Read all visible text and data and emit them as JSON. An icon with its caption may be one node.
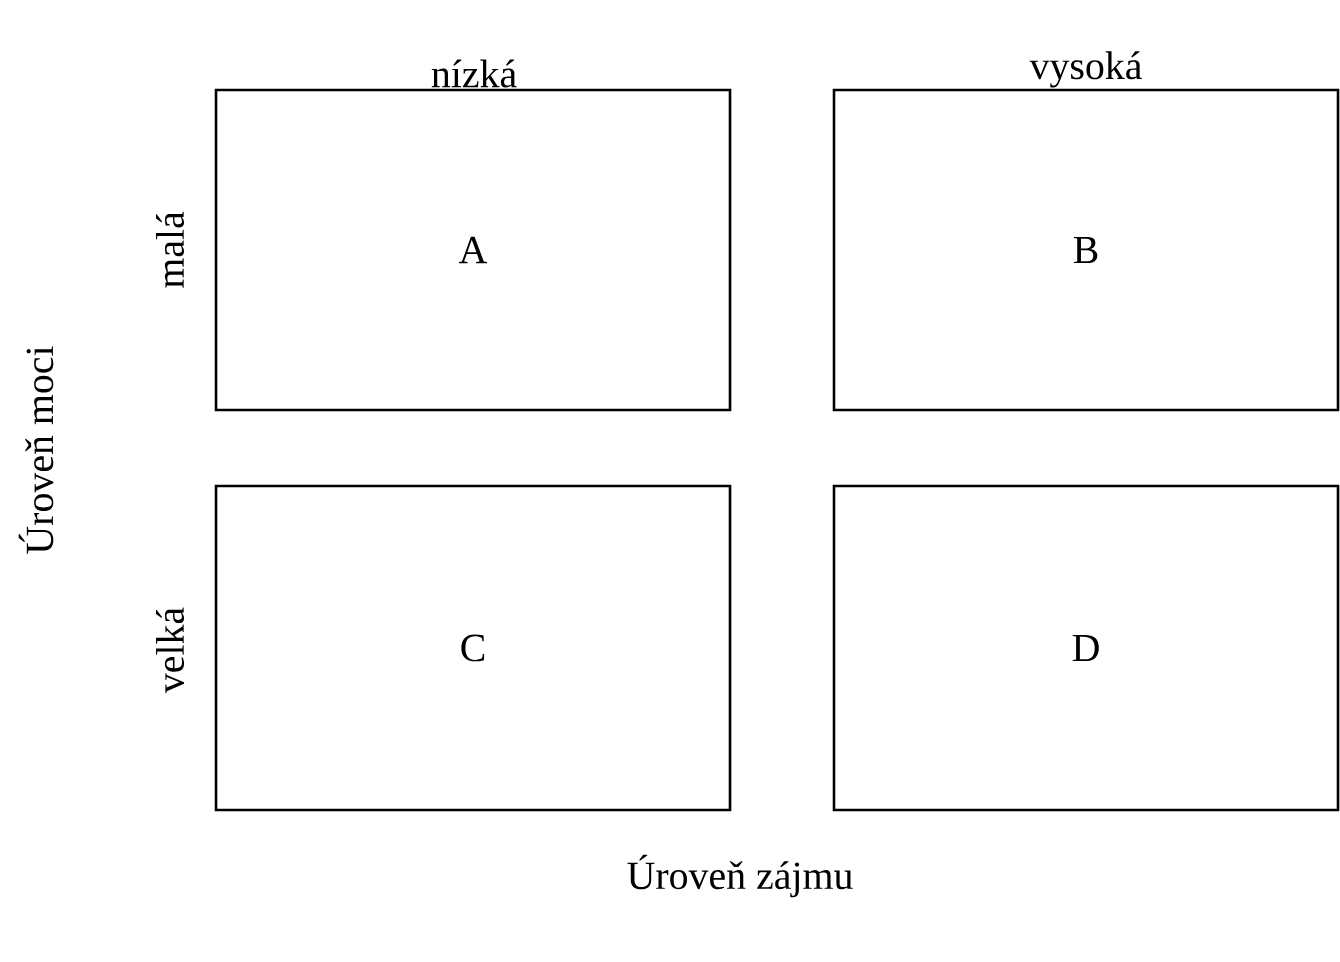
{
  "diagram": {
    "nodes": [
      {
        "text": [
          "A"
        ]
      },
      {
        "text": [
          "B"
        ]
      },
      {
        "text": [
          "C"
        ]
      },
      {
        "text": [
          "D"
        ]
      }
    ],
    "labels": [
      "nízká",
      "vysoká",
      "malá",
      "velká",
      "Úroveň moci",
      "Úroveň zájmu"
    ]
  }
}
